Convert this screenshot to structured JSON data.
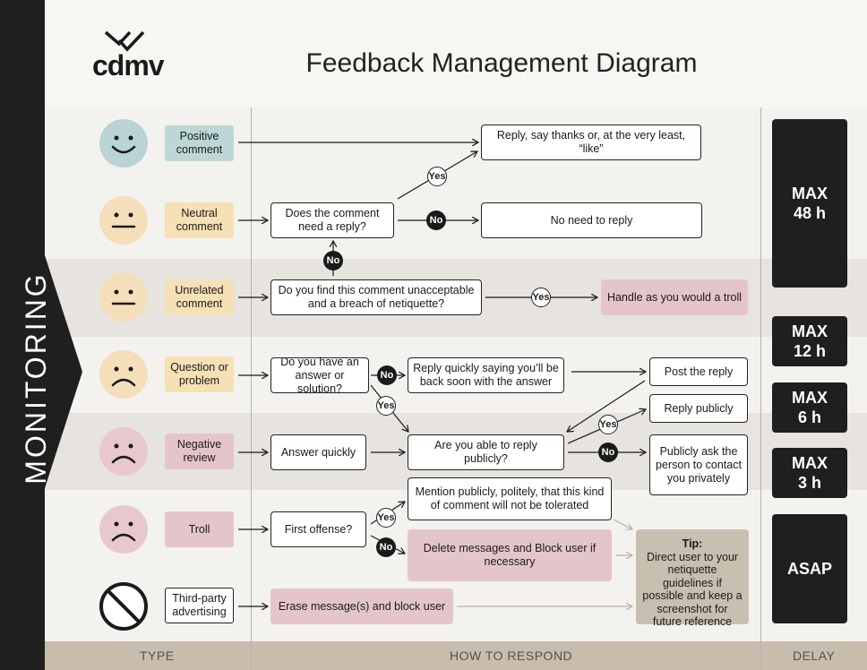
{
  "logo": {
    "text": "cdmv"
  },
  "title": "Feedback Management Diagram",
  "sidebar_label": "MONITORING",
  "footer": {
    "type": "TYPE",
    "respond": "HOW TO RESPOND",
    "delay": "DELAY"
  },
  "types": [
    {
      "label": "Positive comment",
      "face": "happy"
    },
    {
      "label": "Neutral comment",
      "face": "neutral"
    },
    {
      "label": "Unrelated comment",
      "face": "neutral"
    },
    {
      "label": "Question or problem",
      "face": "sad"
    },
    {
      "label": "Negative review",
      "face": "sad"
    },
    {
      "label": "Troll",
      "face": "sad"
    },
    {
      "label": "Third-party advertising",
      "face": "prohibited"
    }
  ],
  "boxes": {
    "reply_thanks": "Reply, say thanks or, at the very least, “like”",
    "does_need_reply": "Does the comment need a reply?",
    "no_need": "No need to reply",
    "unacceptable": "Do you find this comment unacceptable and a breach of netiquette?",
    "handle_troll": "Handle as you would a troll",
    "have_answer": "Do you have an answer or solution?",
    "reply_quickly_back": "Reply quickly saying you’ll be back soon with the answer",
    "post_reply": "Post the reply",
    "reply_publicly": "Reply publicly",
    "answer_quickly": "Answer quickly",
    "able_publicly": "Are you able to reply publicly?",
    "ask_contact": "Publicly ask the person to contact you privately",
    "first_offense": "First offense?",
    "mention_publicly": "Mention publicly, politely, that this kind of comment will not be tolerated",
    "delete_block": "Delete messages and Block user if necessary",
    "erase_block": "Erase message(s) and block user"
  },
  "answers": {
    "yes": "Yes",
    "no": "No"
  },
  "tip": {
    "title": "Tip:",
    "text": "Direct user to your netiquette guidelines if possible and keep a screenshot for future reference"
  },
  "delays": [
    {
      "line1": "MAX",
      "line2": "48 h"
    },
    {
      "line1": "MAX",
      "line2": "12 h"
    },
    {
      "line1": "MAX",
      "line2": "6 h"
    },
    {
      "line1": "MAX",
      "line2": "3 h"
    },
    {
      "line1": "ASAP",
      "line2": ""
    }
  ],
  "colors": {
    "teal_face": "#b8d4d4",
    "yellow_face": "#f4dfba",
    "pink_face": "#e8c8cf",
    "yellow_tag": "#f6e0b6",
    "pink_tag": "#e4c5cb",
    "teal_tag": "#bcd7d6",
    "band_alt": "#e7e3de",
    "dark": "#1f1f1f",
    "footer": "#c8bcad"
  }
}
